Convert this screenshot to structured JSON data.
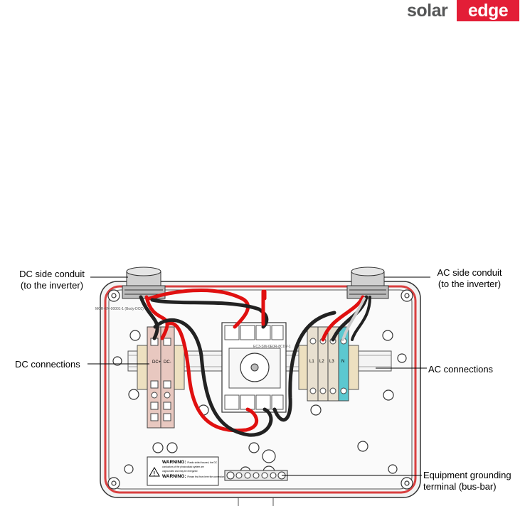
{
  "logo": {
    "word_left": "solar",
    "word_right": "edge"
  },
  "callouts": {
    "dc_conduit_line1": "DC side conduit",
    "dc_conduit_line2": "(to the inverter)",
    "ac_conduit_line1": "AC side conduit",
    "ac_conduit_line2": "(to the inverter)",
    "dc_connections": "DC connections",
    "ac_connections": "AC connections",
    "ground_line1": "Equipment grounding",
    "ground_line2": "terminal (bus-bar)"
  },
  "terminals": {
    "dc_plus": "DC+",
    "dc_minus": "DC-",
    "l1": "L1",
    "l2": "L2",
    "l3": "L3",
    "n": "N"
  },
  "warning": {
    "line1_bold": "WARNING:",
    "line1_rest": "Plastic shield housed, the DC",
    "line2": "conductors of the photovoltaic system are",
    "line3": "ungrounded and may be energized",
    "line4_bold": "WARNING:",
    "line4_rest": "Please find from here the connection"
  },
  "part_labels": {
    "conduit_part": "MCR-EN-00001-1 (Body-DC0)",
    "switch_part": "EC3-SW-0E0R-8CDY-1"
  },
  "colors": {
    "brand_red": "#e31e37",
    "wire_red": "#e01010",
    "wire_black": "#222222",
    "gasket_red": "#d94040",
    "dc_block": "#e8c8c0",
    "ac_block": "#e8e0d0",
    "neutral_block": "#5cc8d0"
  }
}
